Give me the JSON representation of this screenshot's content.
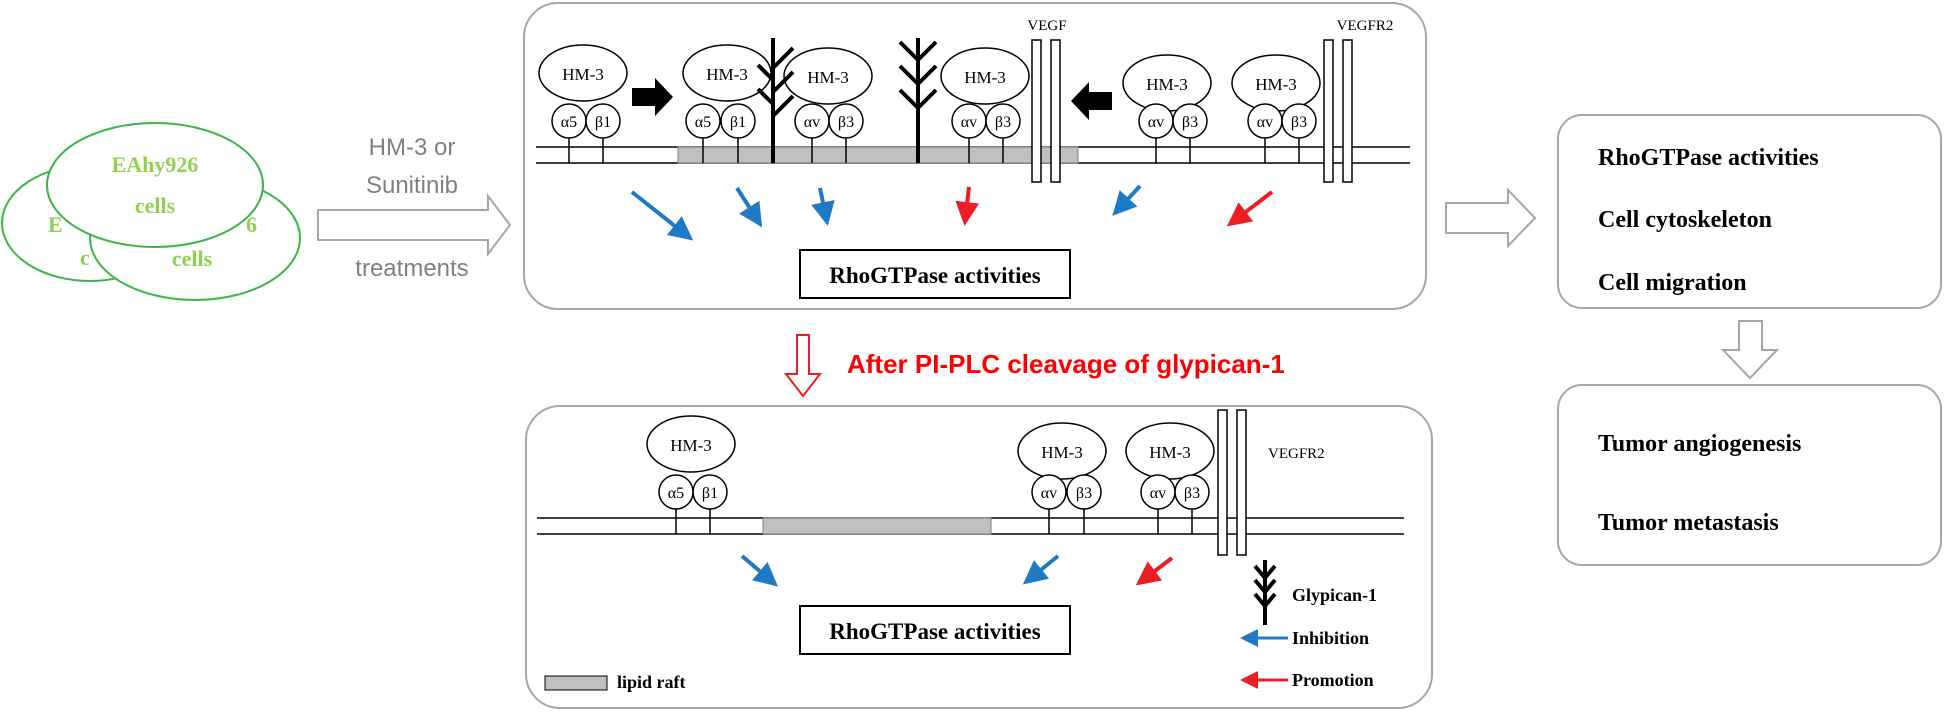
{
  "cells": {
    "label_line1": "EAhy926",
    "label_line2": "cells",
    "label_color": "#92d050",
    "outline_color": "#3cb44b"
  },
  "treatment": {
    "line1": "HM-3 or",
    "line2": "Sunitinib",
    "line3": "treatments"
  },
  "top_panel": {
    "receptor_labels": [
      "HM-3",
      "HM-3",
      "HM-3",
      "HM-3",
      "HM-3",
      "HM-3"
    ],
    "subunits": [
      [
        "α5",
        "β1"
      ],
      [
        "α5",
        "β1"
      ],
      [
        "αv",
        "β3"
      ],
      [
        "αv",
        "β3"
      ],
      [
        "αv",
        "β3"
      ],
      [
        "αv",
        "β3"
      ]
    ],
    "vegf_label": "VEGF",
    "vegfr2_label": "VEGFR2",
    "outcome": "RhoGTPase activities"
  },
  "cleavage": {
    "text": "After PI-PLC cleavage of glypican-1",
    "color": "#ff0000"
  },
  "bottom_panel": {
    "receptor_labels": [
      "HM-3",
      "HM-3",
      "HM-3"
    ],
    "subunits": [
      [
        "α5",
        "β1"
      ],
      [
        "αv",
        "β3"
      ],
      [
        "αv",
        "β3"
      ]
    ],
    "vegfr2_label": "VEGFR2",
    "outcome": "RhoGTPase activities",
    "legend": {
      "glypican": "Glypican-1",
      "inhibition": "Inhibition",
      "promotion": "Promotion",
      "lipid_raft": "lipid raft"
    }
  },
  "effects": {
    "items": [
      "RhoGTPase activities",
      "Cell cytoskeleton",
      "Cell migration"
    ]
  },
  "outcomes": {
    "items": [
      "Tumor angiogenesis",
      "Tumor metastasis"
    ]
  },
  "colors": {
    "inhibition": "#1f7ac6",
    "promotion": "#ee1c25",
    "panel_border": "#a6a6a6",
    "lipid_raft": "#c0c0c0"
  }
}
